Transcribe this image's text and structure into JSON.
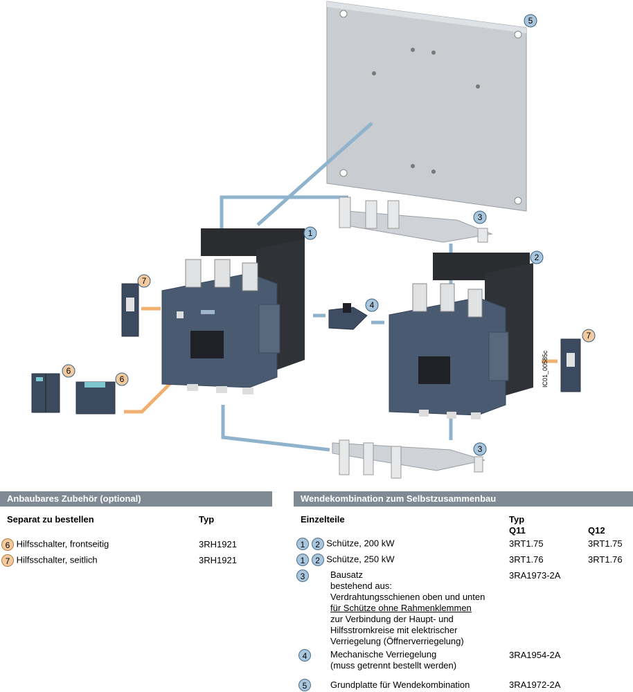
{
  "figure_code": "IC01_00585c",
  "callouts": [
    "1",
    "2",
    "3",
    "3",
    "4",
    "5",
    "6",
    "6",
    "7",
    "7"
  ],
  "left_panel": {
    "header": "Anbaubares Zubehör (optional)",
    "col_label": "Separat zu bestellen",
    "col_type": "Typ",
    "rows": [
      {
        "num": "6",
        "label": "Hilfsschalter, frontseitig",
        "type": "3RH1921"
      },
      {
        "num": "7",
        "label": "Hilfsschalter, seitlich",
        "type": "3RH1921"
      }
    ]
  },
  "right_panel": {
    "header": "Wendekombination zum Selbstzusammenbau",
    "col_label": "Einzelteile",
    "col_type": "Typ",
    "col_q11": "Q11",
    "col_q12": "Q12",
    "rows": [
      {
        "nums": [
          "1",
          "2"
        ],
        "label": "Schütze, 200 kW",
        "q11": "3RT1.75",
        "q12": "3RT1.75"
      },
      {
        "nums": [
          "1",
          "2"
        ],
        "label": "Schütze, 250 kW",
        "q11": "3RT1.76",
        "q12": "3RT1.76"
      }
    ],
    "bausatz": {
      "num": "3",
      "line1": "Bausatz",
      "line2": "bestehend aus:",
      "line3": "Verdrahtungsschienen oben und unten",
      "line4": "für Schütze ohne Rahmenklemmen",
      "line5": "zur Verbindung der Haupt- und",
      "line6": "Hilfsstromkreise mit elektrischer",
      "line7": "Verriegelung (Öffnerverriegelung)",
      "type": "3RA1973-2A"
    },
    "verriegelung": {
      "num": "4",
      "line1": "Mechanische Verriegelung",
      "line2": "(muss getrennt bestellt werden)",
      "type": "3RA1954-2A"
    },
    "grundplatte": {
      "num": "5",
      "label": "Grundplatte für Wendekombination",
      "type": "3RA1972-2A"
    }
  },
  "colors": {
    "header_bg": "#7f8a94",
    "badge_blue": "#a9c6dd",
    "badge_orange": "#f3c9a0",
    "contactor_body": "#4a5a70",
    "wiring_blue": "#8fb3cc",
    "wiring_orange": "#f0b070",
    "plate": "#c9ccd0"
  }
}
